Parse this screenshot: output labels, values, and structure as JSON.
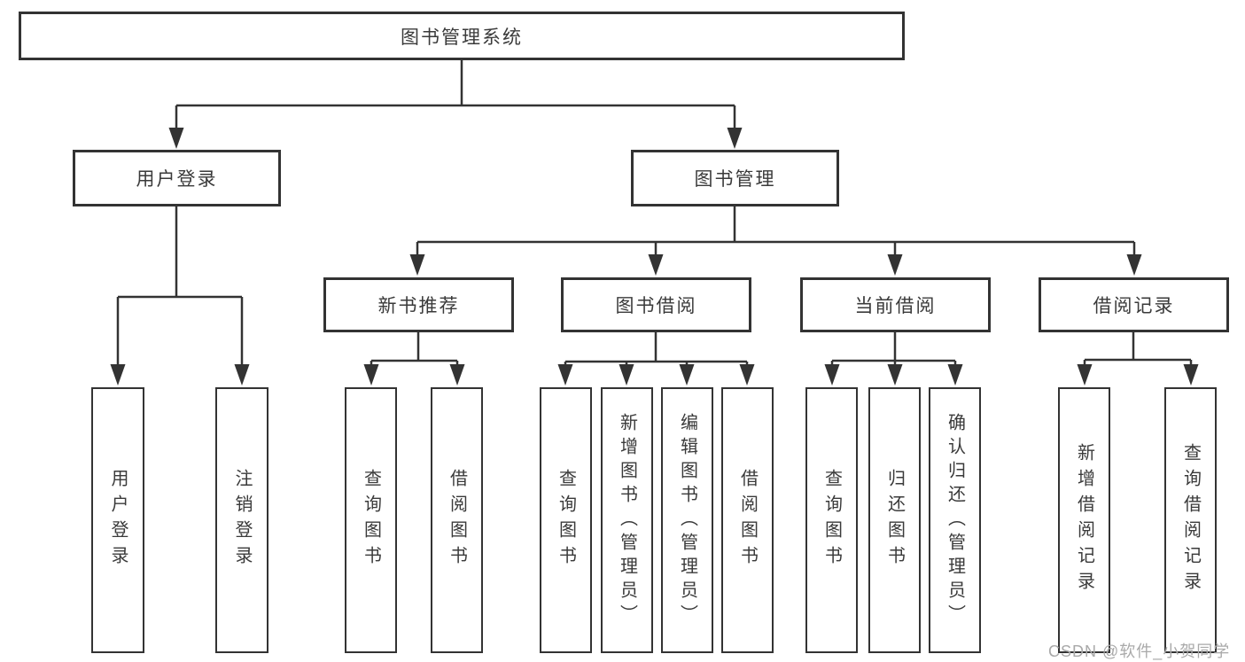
{
  "diagram": {
    "root": {
      "label": "图书管理系统"
    },
    "branches": [
      {
        "label": "用户登录",
        "children": [
          "用户登录",
          "注销登录"
        ]
      },
      {
        "label": "图书管理",
        "groups": [
          {
            "label": "新书推荐",
            "children": [
              "查询图书",
              "借阅图书"
            ]
          },
          {
            "label": "图书借阅",
            "children": [
              "查询图书",
              "新增图书（管理员）",
              "编辑图书（管理员）",
              "借阅图书"
            ]
          },
          {
            "label": "当前借阅",
            "children": [
              "查询图书",
              "归还图书",
              "确认归还（管理员）"
            ]
          },
          {
            "label": "借阅记录",
            "children": [
              "新增借阅记录",
              "查询借阅记录"
            ]
          }
        ]
      }
    ]
  },
  "watermark": {
    "text": "CSDN @软件_小贺同学"
  },
  "colors": {
    "line": "#333333",
    "box_border": "#333333",
    "text": "#3a3a3a",
    "watermark": "#a9a9a9",
    "background": "#ffffff"
  }
}
